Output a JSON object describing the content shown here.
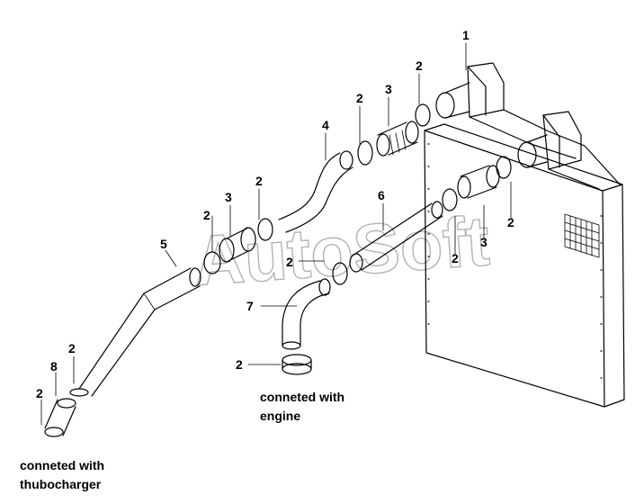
{
  "watermark": "AutoSoft",
  "notes": {
    "engine_line1": "conneted with",
    "engine_line2": "engine",
    "turbo_line1": "conneted with",
    "turbo_line2": "thubocharger"
  },
  "callouts": [
    "1",
    "2",
    "2",
    "3",
    "2",
    "4",
    "2",
    "3",
    "2",
    "6",
    "3",
    "2",
    "2",
    "2",
    "5",
    "7",
    "2",
    "8",
    "2",
    "2"
  ]
}
